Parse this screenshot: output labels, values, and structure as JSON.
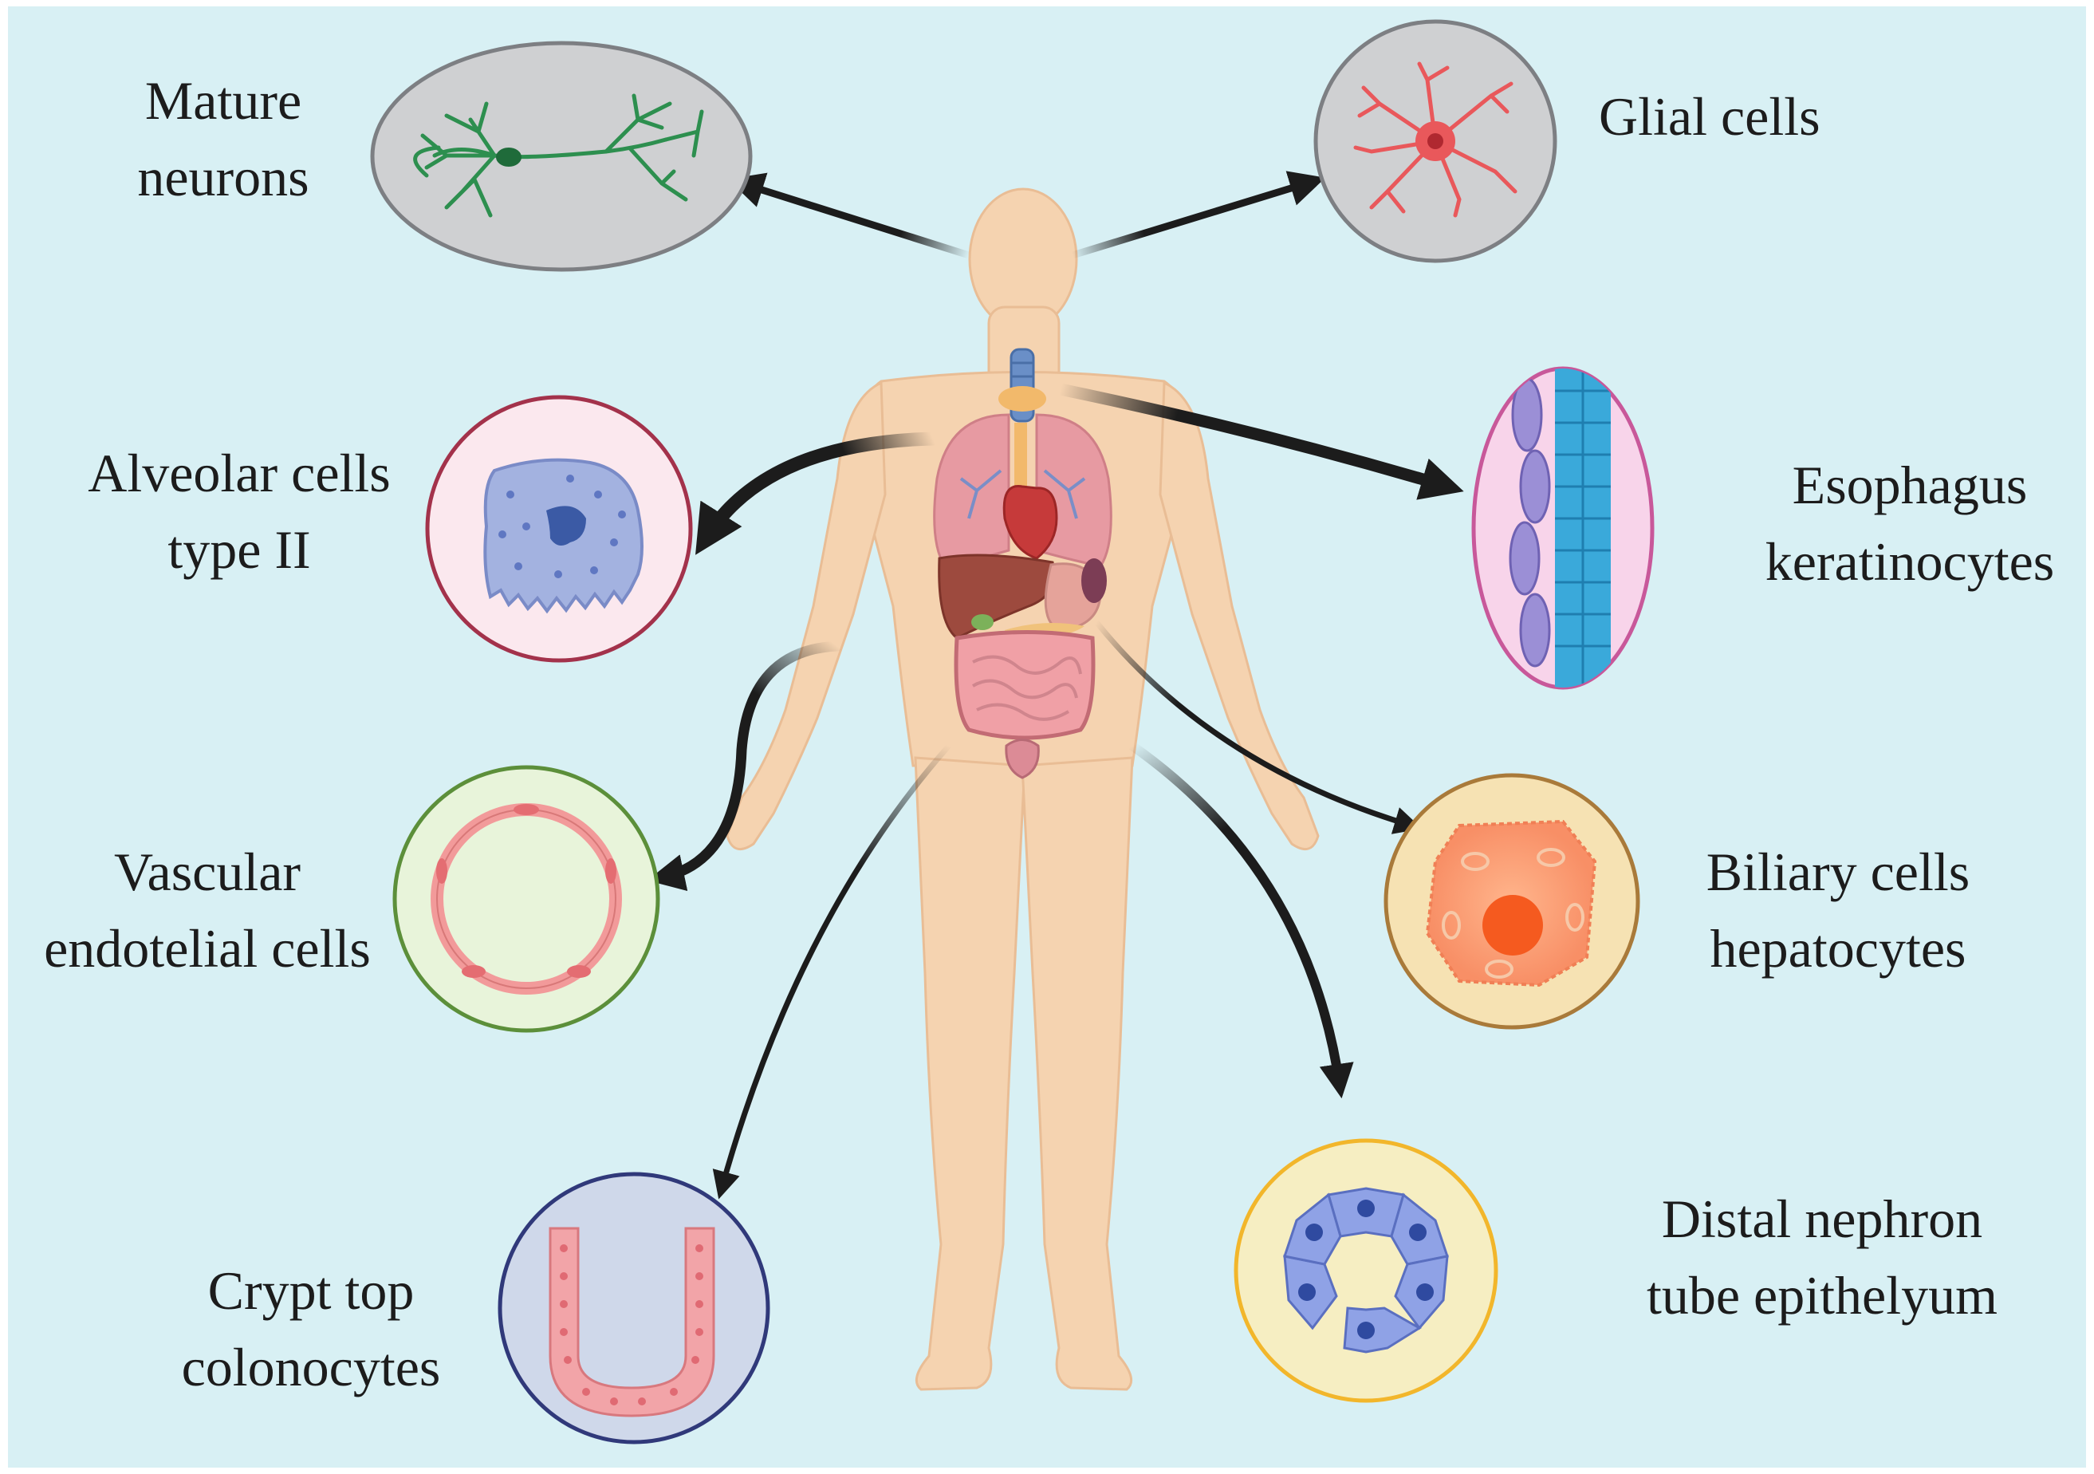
{
  "colors": {
    "background": "#d8f0f4",
    "skin": "#f5d3b0",
    "arrow": "#1c1c1c"
  },
  "labels": {
    "mature_neurons": [
      "Mature",
      "neurons"
    ],
    "glial_cells": [
      "Glial cells"
    ],
    "alveolar_cells": [
      "Alveolar cells",
      "type II"
    ],
    "esophagus_keratinocytes": [
      "Esophagus",
      "keratinocytes"
    ],
    "vascular_endothelial": [
      "Vascular",
      "endotelial cells"
    ],
    "biliary_hepatocytes": [
      "Biliary cells",
      "hepatocytes"
    ],
    "crypt_colonocytes": [
      "Crypt top",
      "colonocytes"
    ],
    "distal_nephron": [
      "Distal nephron",
      "tube epithelyum"
    ]
  },
  "icons": {
    "body": "human-body-icon",
    "neuron": "neuron-icon",
    "glial": "glial-cell-icon",
    "alveolar": "alveolar-cell-icon",
    "esophagus": "keratinocyte-layer-icon",
    "vascular": "blood-vessel-icon",
    "hepatocyte": "hepatocyte-icon",
    "crypt": "colon-crypt-icon",
    "nephron": "nephron-tubule-icon"
  }
}
